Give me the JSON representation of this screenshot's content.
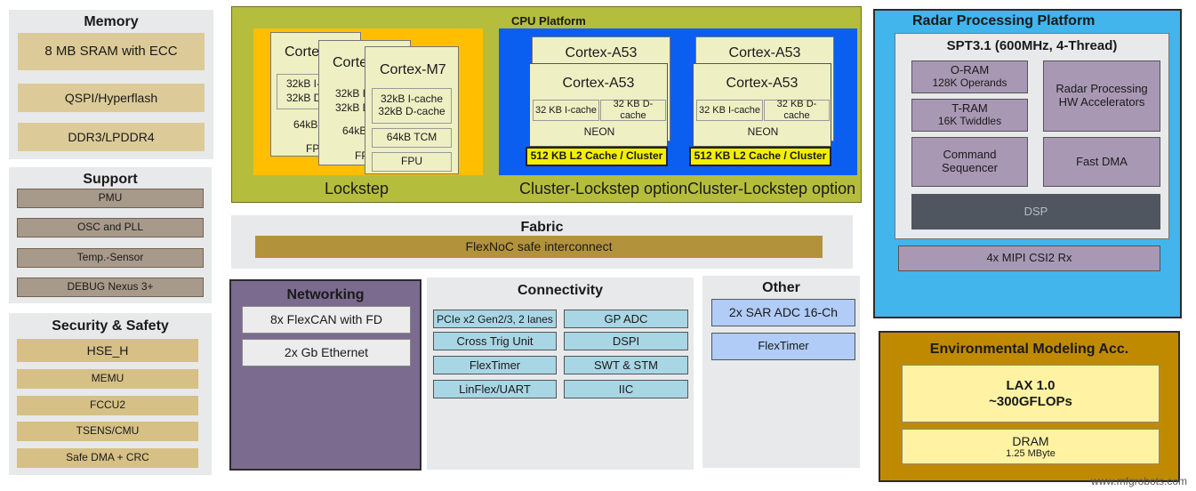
{
  "memory": {
    "title": "Memory",
    "items": [
      "8 MB SRAM with ECC",
      "QSPI/Hyperflash",
      "DDR3/LPDDR4"
    ]
  },
  "support": {
    "title": "Support",
    "items": [
      "PMU",
      "OSC and PLL",
      "Temp.-Sensor",
      "DEBUG Nexus 3+"
    ]
  },
  "security": {
    "title": "Security & Safety",
    "items": [
      "HSE_H",
      "MEMU",
      "FCCU2",
      "TSENS/CMU",
      "Safe DMA  + CRC"
    ]
  },
  "cpu": {
    "title": "CPU Platform",
    "lockstep": {
      "label": "Lockstep",
      "back_core": "Cortex",
      "mid_core": "Corte",
      "back_cache1": "32kB I-",
      "back_cache2": "32kB D",
      "back_tcm": "64kB",
      "back_fpu": "FP",
      "mid_cache1": "32kB I-",
      "mid_cache2": "32kB D",
      "mid_tcm": "64kB",
      "mid_fpu": "FP",
      "front": {
        "name": "Cortex-M7",
        "icache": "32kB I-cache",
        "dcache": "32kB D-cache",
        "tcm": "64kB TCM",
        "fpu": "FPU"
      }
    },
    "clusters": [
      {
        "back_name": "Cortex-A53",
        "name": "Cortex-A53",
        "icache": "32 KB I-cache",
        "dcache": "32 KB D-cache",
        "neon": "NEON",
        "l2": "512 KB L2 Cache / Cluster",
        "label": "Cluster-Lockstep option"
      },
      {
        "back_name": "Cortex-A53",
        "name": "Cortex-A53",
        "icache": "32 KB I-cache",
        "dcache": "32 KB D-cache",
        "neon": "NEON",
        "l2": "512 KB L2 Cache / Cluster",
        "label": "Cluster-Lockstep option"
      }
    ]
  },
  "fabric": {
    "title": "Fabric",
    "bar": "FlexNoC safe interconnect"
  },
  "networking": {
    "title": "Networking",
    "items": [
      "8x FlexCAN with FD",
      "2x Gb Ethernet"
    ]
  },
  "connectivity": {
    "title": "Connectivity",
    "left": [
      "PCIe x2 Gen2/3,  2 lanes",
      "Cross Trig Unit",
      "FlexTimer",
      "LinFlex/UART"
    ],
    "right": [
      "GP ADC",
      "DSPI",
      "SWT & STM",
      "IIC"
    ]
  },
  "other": {
    "title": "Other",
    "items": [
      "2x SAR ADC 16-Ch",
      "FlexTimer"
    ]
  },
  "radar": {
    "title": "Radar Processing Platform",
    "spt_title": "SPT3.1 (600MHz, 4-Thread)",
    "oram": [
      "O-RAM",
      "128K Operands"
    ],
    "tram": [
      "T-RAM",
      "16K Twiddles"
    ],
    "hw_acc": [
      "Radar Processing",
      "HW Accelerators"
    ],
    "cmd_seq": [
      "Command",
      "Sequencer"
    ],
    "fast_dma": "Fast DMA",
    "dsp": "DSP",
    "mipi": "4x MIPI  CSI2 Rx"
  },
  "env": {
    "title": "Environmental Modeling Acc.",
    "lax": [
      "LAX 1.0",
      "~300GFLOPs"
    ],
    "dram": [
      "DRAM",
      "1.25 MByte"
    ]
  },
  "watermark": "www.mfgrobots.com",
  "colors": {
    "cpu_platform": "#b5bd3c",
    "lockstep_bg": "#ffbf00",
    "cluster_bg": "#0a5ff0",
    "radar_bg": "#41b5ec",
    "env_bg": "#c08a00",
    "networking_bg": "#7b6b8e",
    "fabric_bar": "#b3923c"
  }
}
